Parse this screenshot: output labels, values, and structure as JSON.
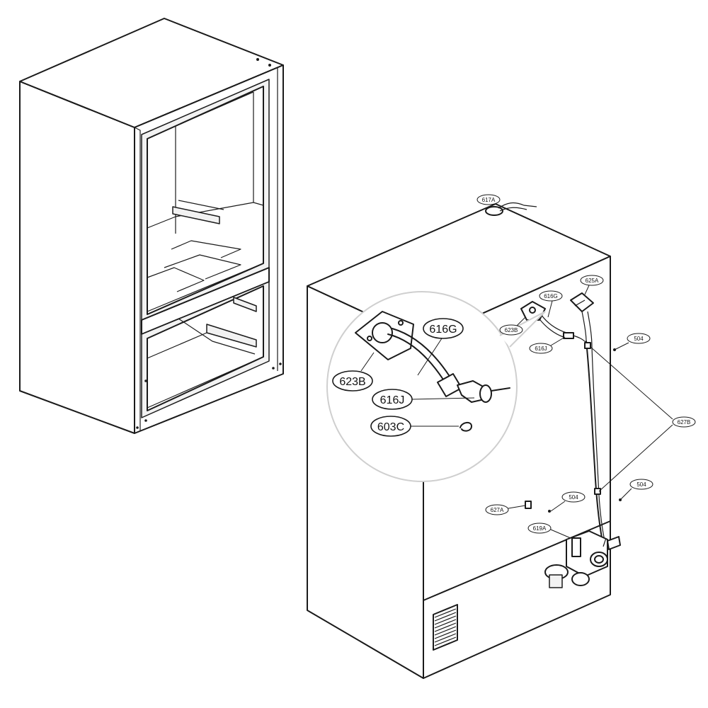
{
  "callouts": {
    "c617A": "617A",
    "c625A": "625A",
    "c616G_small": "616G",
    "c623B_small": "623B",
    "c616J_small": "616J",
    "c504_top": "504",
    "c627B": "627B",
    "c504_mid": "504",
    "c504_low": "504",
    "c627A": "627A",
    "c619A": "619A",
    "c616G_big": "616G",
    "c623B_big": "623B",
    "c616J_big": "616J",
    "c603C_big": "603C"
  }
}
